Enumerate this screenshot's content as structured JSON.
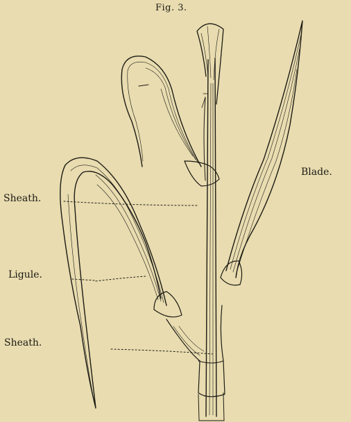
{
  "figure": {
    "title": "Fig. 3.",
    "labels": {
      "blade": "Blade.",
      "sheath_upper": "Sheath.",
      "ligule": "Ligule.",
      "sheath_lower": "Sheath."
    }
  },
  "colors": {
    "paper": "#e8dcb0",
    "ink": "#1c1a14"
  }
}
